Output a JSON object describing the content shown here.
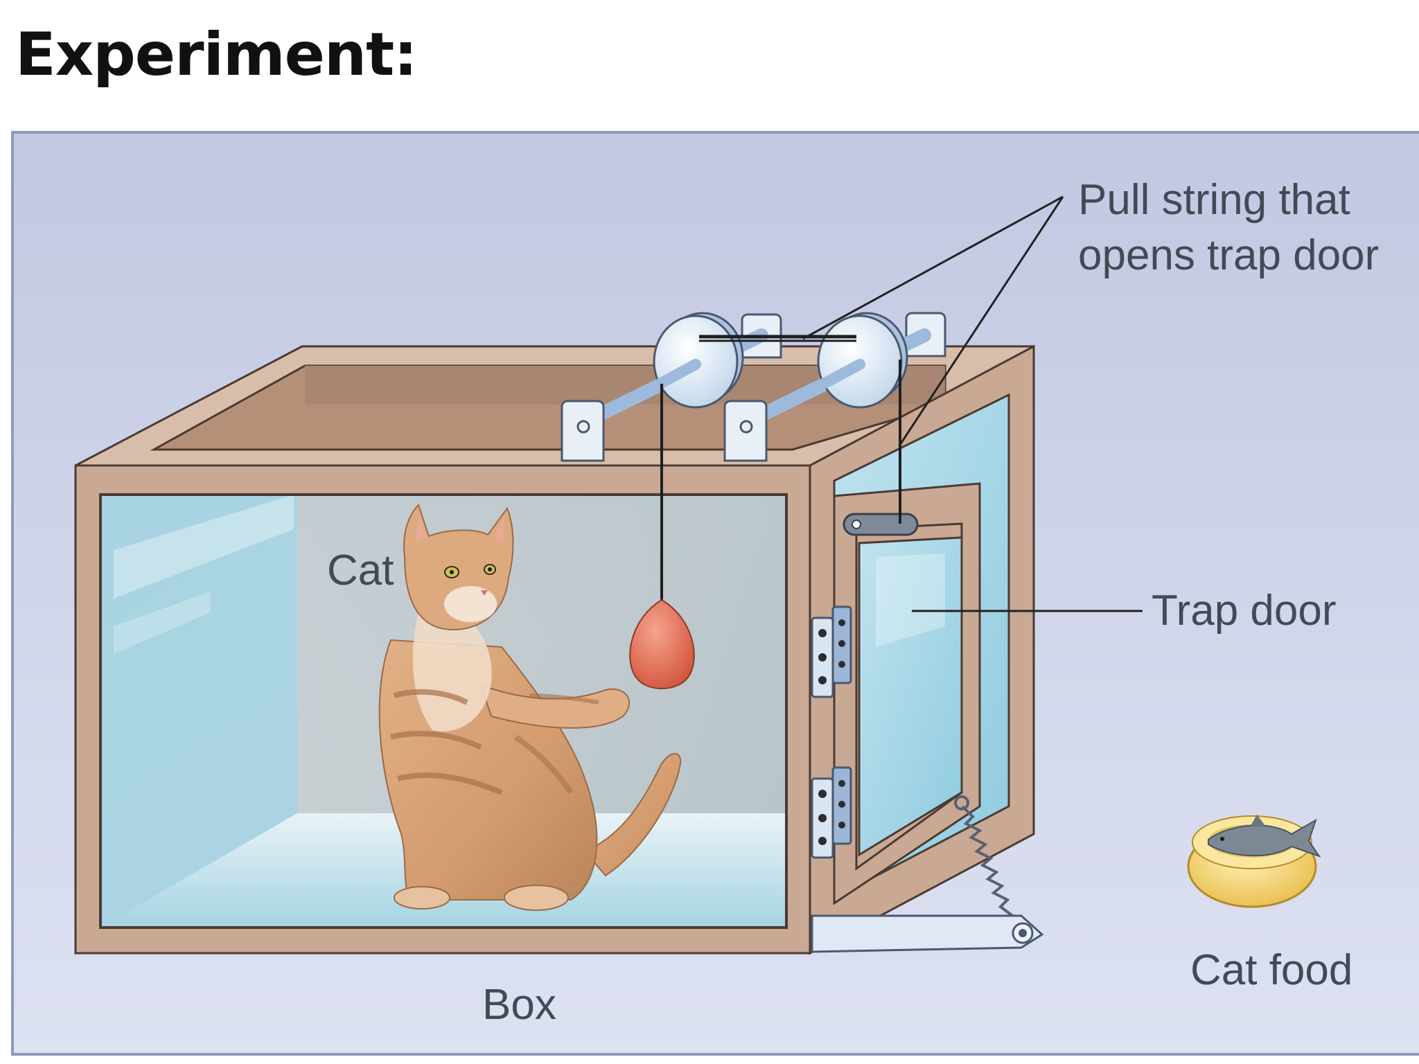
{
  "title": "Experiment:",
  "labels": {
    "cat": "Cat",
    "box": "Box",
    "pull_string_line1": "Pull string that",
    "pull_string_line2": "opens trap door",
    "trap_door": "Trap door",
    "cat_food": "Cat food"
  },
  "colors": {
    "background": "#c9d0e6",
    "box_wood": "#c9a994",
    "glass": "#b8dde8",
    "weight": "#e3765f",
    "food_bowl": "#f3d36a"
  }
}
